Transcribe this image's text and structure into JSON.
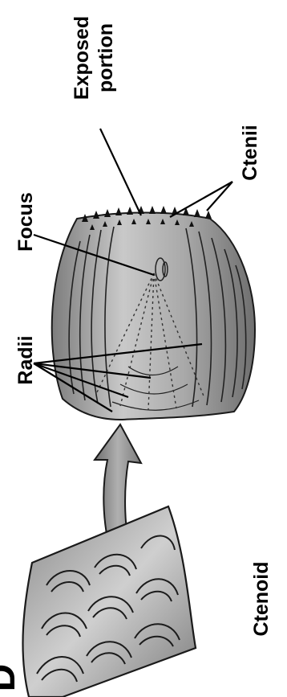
{
  "panel_letter": "D",
  "scale_type": "Ctenoid",
  "labels": {
    "exposed_line1": "Exposed",
    "exposed_line2": "portion",
    "ctenii": "Ctenii",
    "focus": "Focus",
    "radii": "Radii"
  },
  "colors": {
    "ink": "#000000",
    "scale_fill": "#9a9a9a",
    "scale_light": "#d6d6d6",
    "arrow_fill": "#8e8e8e",
    "skin_fill": "#b5b5b5"
  }
}
